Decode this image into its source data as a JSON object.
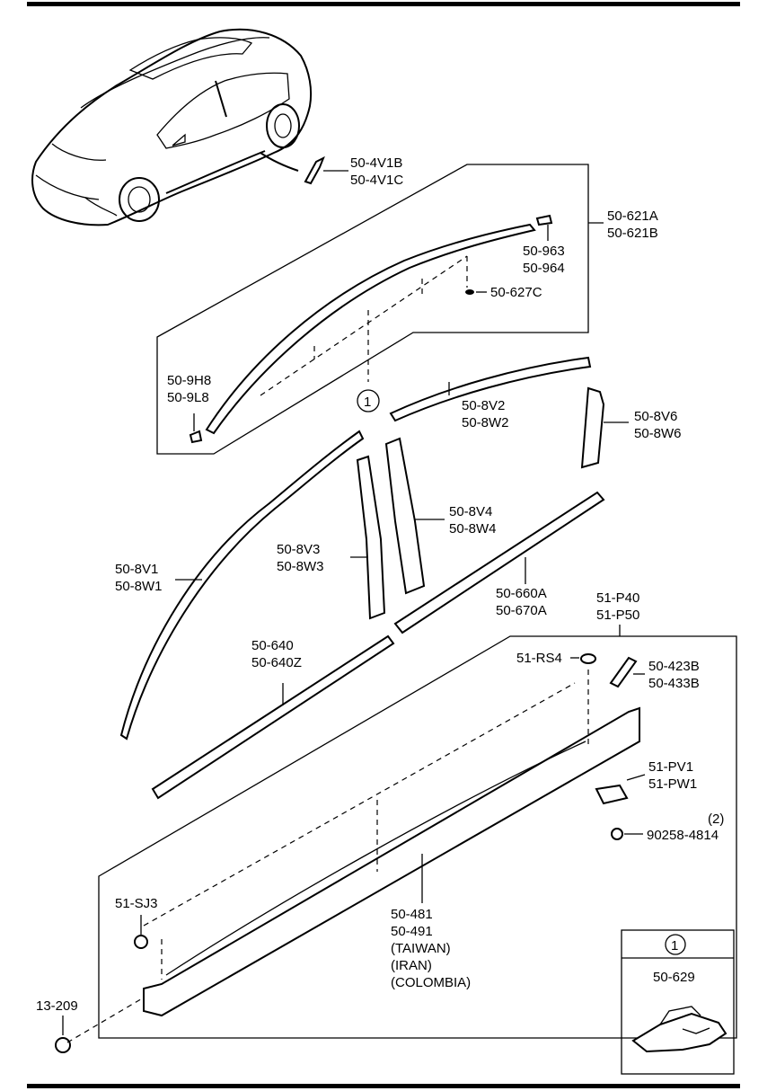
{
  "parts": {
    "p_50_4V1B": "50-4V1B",
    "p_50_4V1C": "50-4V1C",
    "p_50_621A": "50-621A",
    "p_50_621B": "50-621B",
    "p_50_963": "50-963",
    "p_50_964": "50-964",
    "p_50_627C": "50-627C",
    "p_50_9H8": "50-9H8",
    "p_50_9L8": "50-9L8",
    "p_50_8V2": "50-8V2",
    "p_50_8W2": "50-8W2",
    "p_50_8V6": "50-8V6",
    "p_50_8W6": "50-8W6",
    "p_50_8V4": "50-8V4",
    "p_50_8W4": "50-8W4",
    "p_50_8V3": "50-8V3",
    "p_50_8W3": "50-8W3",
    "p_50_8V1": "50-8V1",
    "p_50_8W1": "50-8W1",
    "p_50_660A": "50-660A",
    "p_50_670A": "50-670A",
    "p_51_P40": "51-P40",
    "p_51_P50": "51-P50",
    "p_50_640": "50-640",
    "p_50_640Z": "50-640Z",
    "p_51_RS4": "51-RS4",
    "p_50_423B": "50-423B",
    "p_50_433B": "50-433B",
    "p_51_PV1": "51-PV1",
    "p_51_PW1": "51-PW1",
    "p_90258_4814": "90258-4814",
    "qty_90258": "(2)",
    "p_51_SJ3": "51-SJ3",
    "p_50_481": "50-481",
    "p_50_491": "50-491",
    "note_taiwan": "(TAIWAN)",
    "note_iran": "(IRAN)",
    "note_colombia": "(COLOMBIA)",
    "p_13_209": "13-209"
  },
  "callout": {
    "marker": "1",
    "inset_marker": "1",
    "inset_part": "50-629"
  }
}
